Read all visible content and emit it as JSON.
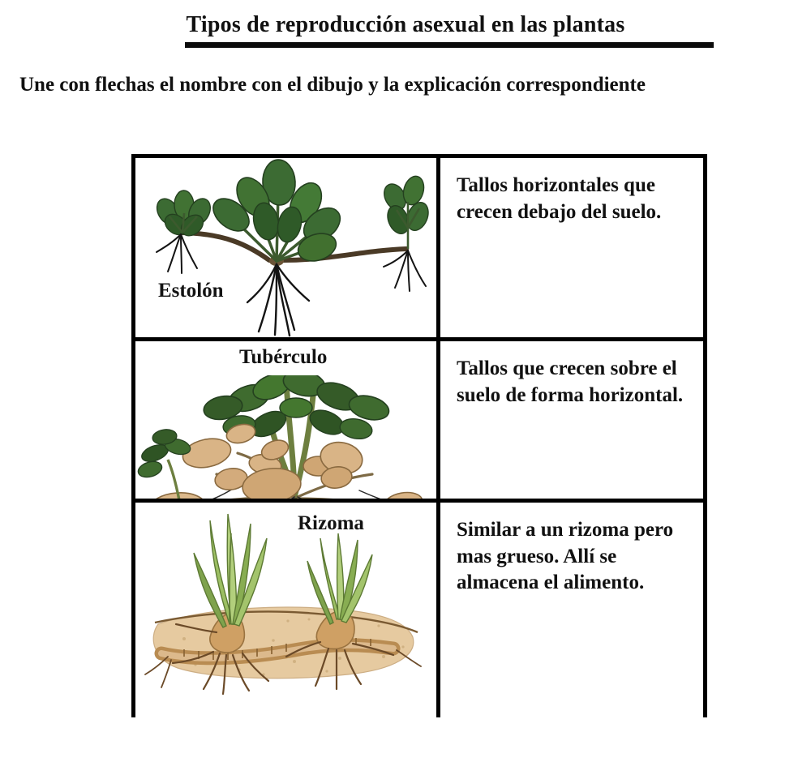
{
  "header": {
    "title": "Tipos de reproducción asexual en las plantas",
    "instruction": "Une con flechas el nombre con el dibujo y la explicación correspondiente"
  },
  "colors": {
    "ink": "#111111",
    "border": "#000000",
    "leaf_green": "#3c6b33",
    "leaf_green_dark": "#2a4d24",
    "stem_brown": "#4a3a26",
    "tuber_tan": "#d9b486",
    "soil_sand": "#e3c69a",
    "rhizome_tan": "#c79a5e",
    "grass_green": "#8fae5a"
  },
  "table": {
    "rows": [
      {
        "name": "Estolón",
        "illustration": "strawberry-runner-illustration",
        "explanation": "Tallos horizontales que crecen debajo del suelo."
      },
      {
        "name": "Tubérculo",
        "illustration": "potato-tuber-illustration",
        "explanation": "Tallos que crecen sobre el suelo de forma horizontal."
      },
      {
        "name": "Rizoma",
        "illustration": "rhizome-illustration",
        "explanation": "Similar a un rizoma pero mas grueso. Allí se almacena el alimento."
      }
    ]
  }
}
